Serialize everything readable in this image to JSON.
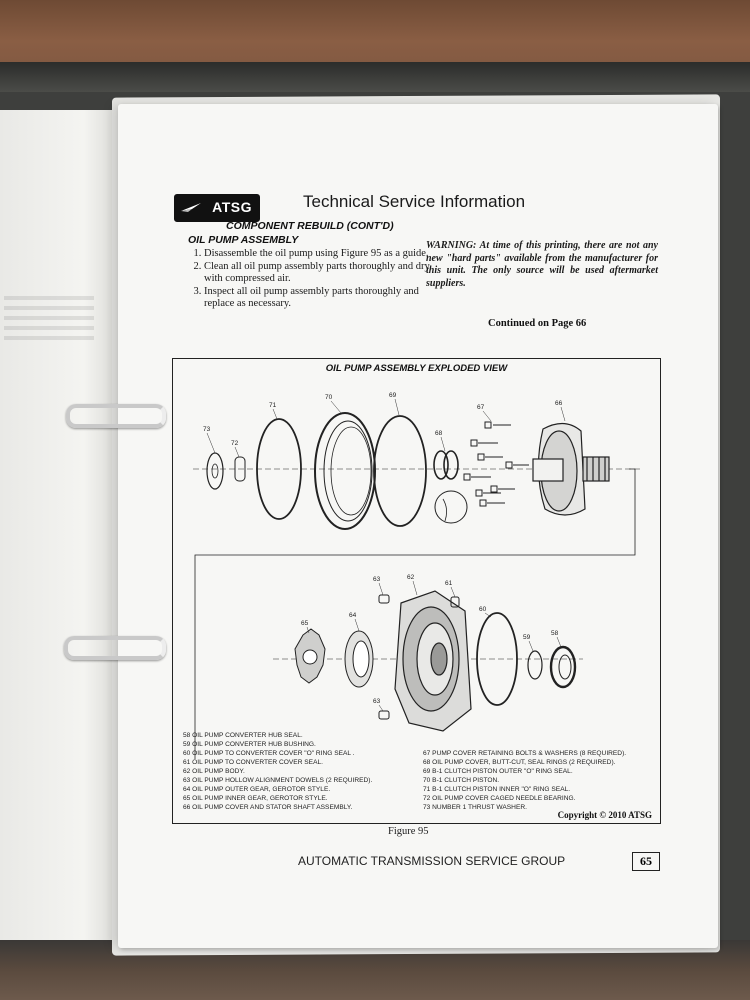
{
  "header": {
    "logo_text": "ATSG",
    "title": "Technical Service Information"
  },
  "section": {
    "heading": "COMPONENT REBUILD (CONT'D)",
    "subheading": "OIL PUMP ASSEMBLY",
    "steps": [
      "Disassemble the oil pump using Figure 95 as a guide.",
      "Clean all oil pump assembly parts thoroughly and dry with compressed air.",
      "Inspect all oil pump assembly parts thoroughly and replace as necessary."
    ]
  },
  "warning": "WARNING: At time of this printing, there are not any new \"hard parts\" available from the manufacturer for this unit. The only source will be used aftermarket suppliers.",
  "continued": "Continued on Page 66",
  "figure": {
    "title": "OIL PUMP ASSEMBLY EXPLODED VIEW",
    "callouts": [
      "73",
      "72",
      "71",
      "70",
      "69",
      "68",
      "67",
      "66",
      "65",
      "64",
      "63",
      "62",
      "61",
      "60",
      "59",
      "58",
      "63"
    ],
    "parts_left": [
      "58  OIL PUMP CONVERTER HUB SEAL.",
      "59  OIL PUMP CONVERTER HUB BUSHING.",
      "60  OIL PUMP TO CONVERTER COVER \"O\" RING SEAL .",
      "61  OIL PUMP TO CONVERTER COVER SEAL.",
      "62  OIL PUMP BODY.",
      "63  OIL PUMP HOLLOW ALIGNMENT DOWELS  (2 REQUIRED).",
      "64  OIL PUMP OUTER GEAR, GEROTOR STYLE.",
      "65  OIL PUMP INNER GEAR, GEROTOR STYLE.",
      "66  OIL PUMP COVER AND STATOR SHAFT ASSEMBLY."
    ],
    "parts_right": [
      "67  PUMP COVER RETAINING BOLTS & WASHERS (8 REQUIRED).",
      "68  OIL PUMP COVER, BUTT-CUT, SEAL RINGS  (2 REQUIRED).",
      "69  B-1 CLUTCH PISTON OUTER \"O\" RING SEAL.",
      "70  B-1 CLUTCH PISTON.",
      "71  B-1 CLUTCH PISTON INNER \"O\" RING SEAL.",
      "72  OIL PUMP COVER CAGED NEEDLE BEARING.",
      "73  NUMBER 1 THRUST WASHER."
    ],
    "copyright": "Copyright © 2010 ATSG",
    "caption": "Figure 95"
  },
  "footer": {
    "org": "AUTOMATIC TRANSMISSION SERVICE GROUP",
    "page_number": "65"
  }
}
